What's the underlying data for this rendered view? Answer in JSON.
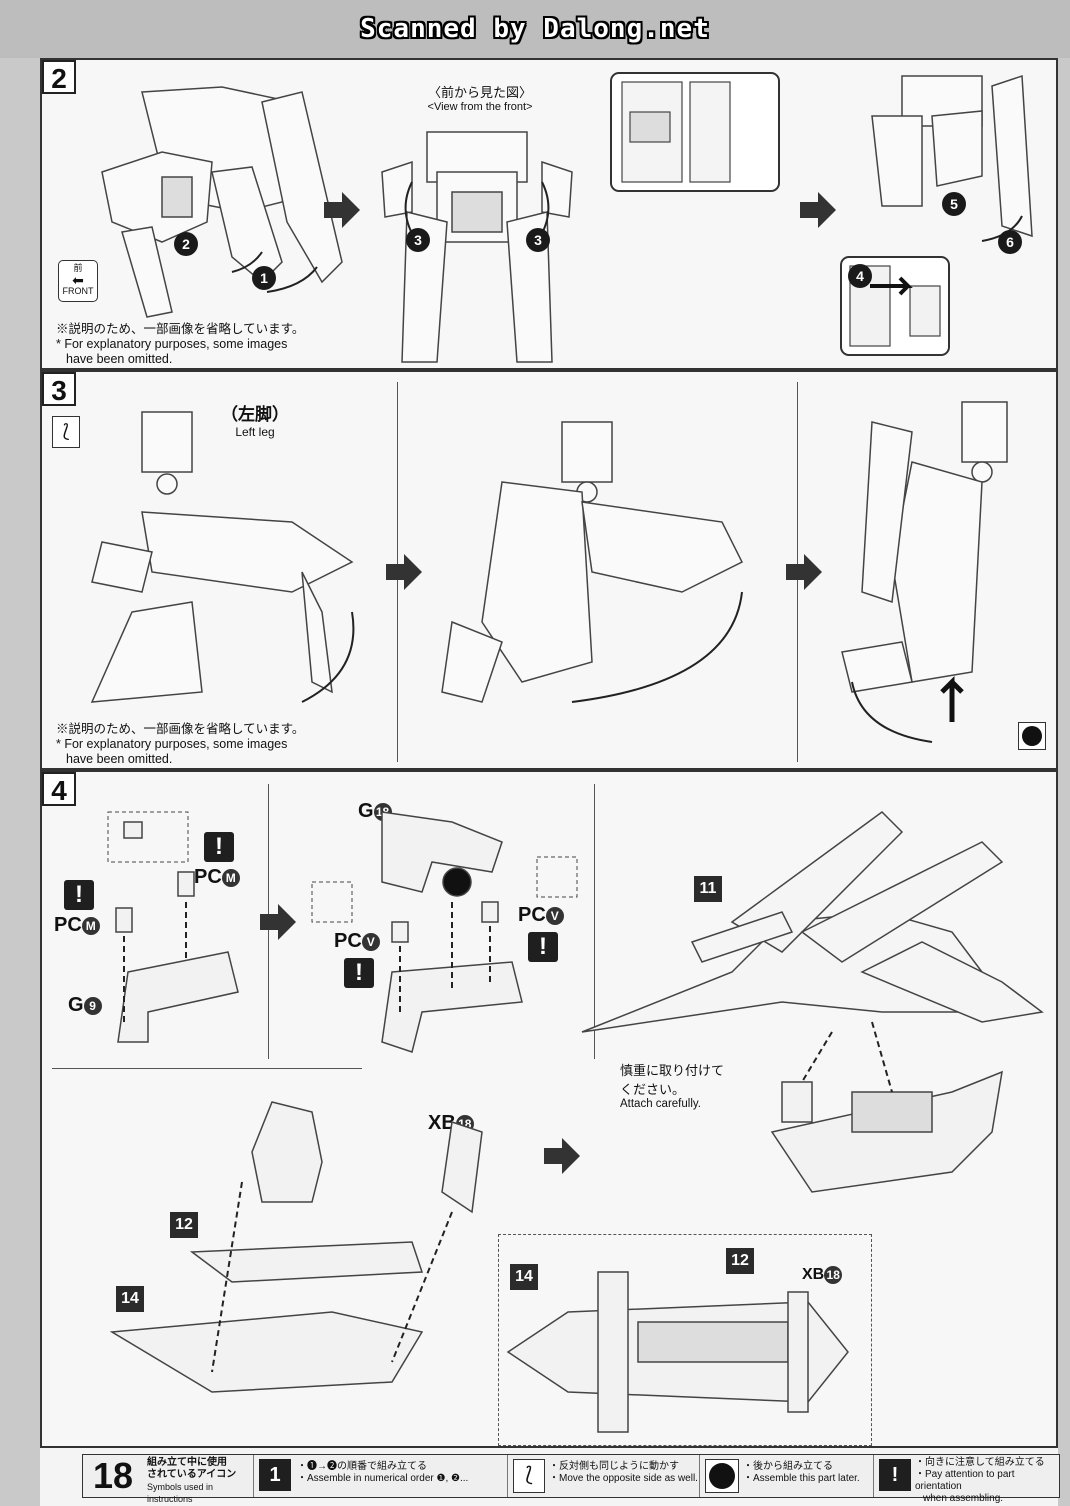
{
  "header": {
    "watermark": "Scanned by Dalong.net"
  },
  "step2": {
    "number": "2",
    "front_view_jp": "〈前から見た図〉",
    "front_view_en": "<View from the front>",
    "front_icon_jp": "前",
    "front_icon_en": "FRONT",
    "note_jp": "※説明のため、一部画像を省略しています。",
    "note_en_1": "* For explanatory purposes, some images",
    "note_en_2": "have been omitted.",
    "callouts": [
      "1",
      "2",
      "3",
      "3",
      "4",
      "5",
      "6"
    ]
  },
  "step3": {
    "number": "3",
    "left_leg_jp": "（左脚）",
    "left_leg_en": "Left leg",
    "note_jp": "※説明のため、一部画像を省略しています。",
    "note_en_1": "* For explanatory purposes, some images",
    "note_en_2": "have been omitted."
  },
  "step4": {
    "number": "4",
    "parts": {
      "g18": "G",
      "g18_num": "18",
      "pcm_1": "PC",
      "pcm_1_num": "M",
      "pcm_2": "PC",
      "pcm_2_num": "M",
      "pcv_1": "PC",
      "pcv_1_num": "V",
      "pcv_2": "PC",
      "pcv_2_num": "V",
      "g9": "G",
      "g9_num": "9",
      "xb18": "XB",
      "xb18_num": "18",
      "xb18_b": "XB",
      "xb18_b_num": "18"
    },
    "sub_assemblies": [
      "11",
      "12",
      "14",
      "12",
      "14"
    ],
    "attach_jp_1": "慎重に取り付けて",
    "attach_jp_2": "ください。",
    "attach_en": "Attach carefully."
  },
  "footer": {
    "page_number": "18",
    "icons_jp_1": "組み立て中に使用",
    "icons_jp_2": "されているアイコン",
    "icons_en": "Symbols used in instructions",
    "item1_icon": "1",
    "item1_jp": "・❶→❷の順番で組み立てる",
    "item1_en": "・Assemble in numerical order ❶, ❷...",
    "item2_jp": "・反対側も同じように動かす",
    "item2_en": "・Move the opposite side as well.",
    "item3_jp": "・後から組み立てる",
    "item3_en": "・Assemble this part later.",
    "item4_icon": "!",
    "item4_jp": "・向きに注意して組み立てる",
    "item4_en_1": "・Pay attention to part orientation",
    "item4_en_2": "when assembling."
  }
}
